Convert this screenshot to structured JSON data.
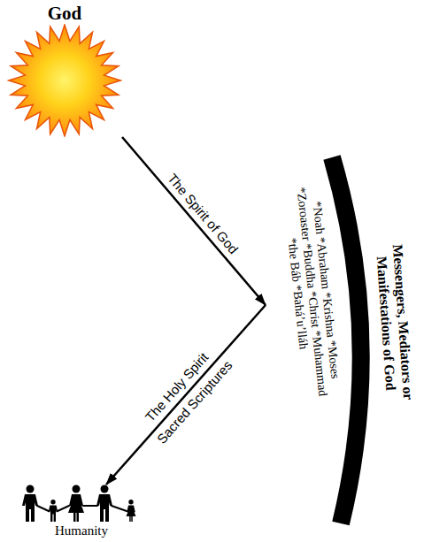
{
  "diagram": {
    "nodes": [
      {
        "text": [
          "God"
        ]
      },
      {
        "text": [
          "Messengers, Mediators or Manifestations of God",
          "*Noah *Abraham *Krishna *Moses",
          "*Zoroaster *Buddha *Christ *Muhammad",
          "*the Báb *Bahá’u’lláh"
        ]
      },
      {
        "text": [
          "Humanity"
        ]
      }
    ],
    "edges": [
      {
        "from": 0,
        "to": 1,
        "label": "The Spirit of God",
        "arrow": "to"
      },
      {
        "from": 1,
        "to": 2,
        "label": "The Holy Spirit",
        "arrow": "to"
      }
    ],
    "labels": [
      "Sacred Scriptures"
    ]
  }
}
